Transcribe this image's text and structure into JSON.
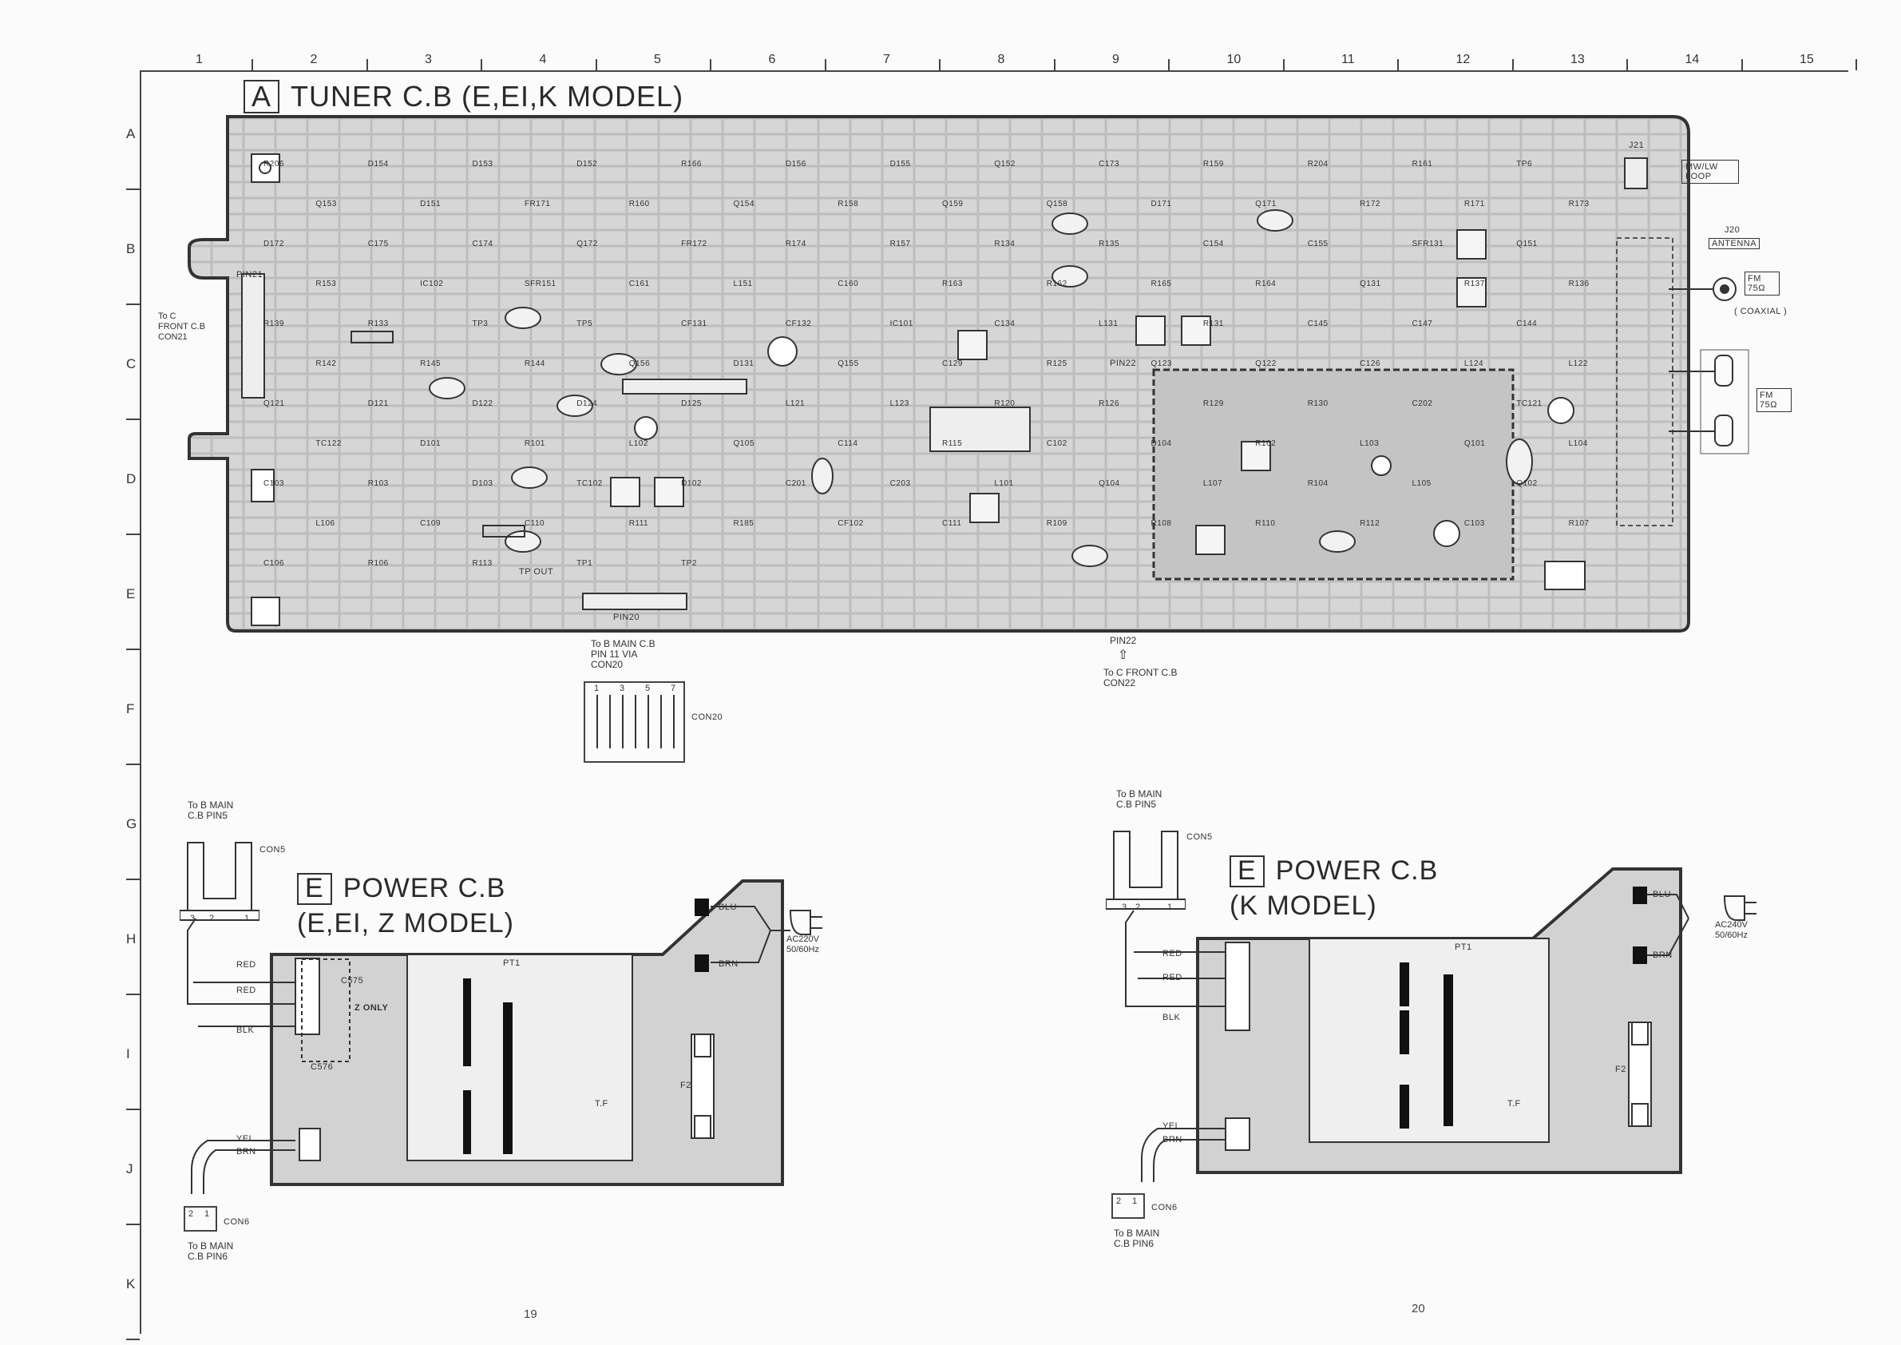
{
  "columns": [
    "1",
    "2",
    "3",
    "4",
    "5",
    "6",
    "7",
    "8",
    "9",
    "10",
    "11",
    "12",
    "13",
    "14",
    "15"
  ],
  "rows": [
    "A",
    "B",
    "C",
    "D",
    "E",
    "F",
    "G",
    "H",
    "I",
    "J",
    "K"
  ],
  "tuner": {
    "letter": "A",
    "title": "TUNER C.B (E,EI,K MODEL)",
    "to_front": "To C FRONT C.B CON21",
    "pin21": "PIN21",
    "pin20": "PIN20",
    "pin22": "PIN22",
    "tp_out": "TP OUT",
    "to_main_via": "To B MAIN C.B PIN 11 VIA CON20",
    "to_front_con22": "To C FRONT C.B CON22",
    "con20": "CON20",
    "con20_pins": [
      "1",
      "3",
      "5",
      "7"
    ],
    "j21": "J21",
    "mwlw": "MW/LW LOOP",
    "j20": "J20",
    "antenna": "ANTENNA",
    "fm75_coax": "FM 75Ω",
    "coaxial": "( COAXIAL )",
    "fm75": "FM 75Ω",
    "components": [
      "R206",
      "D154",
      "D153",
      "D152",
      "R166",
      "D156",
      "D155",
      "Q152",
      "C173",
      "R159",
      "R204",
      "R161",
      "TP6",
      "Q153",
      "D151",
      "FR171",
      "R160",
      "Q154",
      "R158",
      "Q159",
      "Q158",
      "D171",
      "Q171",
      "R172",
      "R171",
      "R173",
      "D172",
      "C175",
      "C174",
      "Q172",
      "FR172",
      "R174",
      "R157",
      "R134",
      "R135",
      "C154",
      "C155",
      "SFR131",
      "Q151",
      "R153",
      "IC102",
      "SFR151",
      "C161",
      "L151",
      "C160",
      "R163",
      "R162",
      "R165",
      "R164",
      "Q131",
      "R137",
      "R136",
      "R139",
      "R133",
      "TP3",
      "TP5",
      "CF131",
      "CF132",
      "IC101",
      "C134",
      "L131",
      "R131",
      "C145",
      "C147",
      "C144",
      "R142",
      "R145",
      "R144",
      "Q156",
      "D131",
      "Q155",
      "C129",
      "R125",
      "Q123",
      "Q122",
      "C126",
      "L124",
      "L122",
      "Q121",
      "D121",
      "D122",
      "D124",
      "D125",
      "L121",
      "L123",
      "R120",
      "R126",
      "R129",
      "R130",
      "C202",
      "TC121",
      "TC122",
      "D101",
      "R101",
      "L102",
      "Q105",
      "C114",
      "R115",
      "C102",
      "D104",
      "R102",
      "L103",
      "Q101",
      "L104",
      "C103",
      "R103",
      "D103",
      "TC102",
      "D102",
      "C201",
      "C203",
      "L101",
      "Q104",
      "L107",
      "R104",
      "L105",
      "Q102",
      "L106",
      "C109",
      "C110",
      "R111",
      "R185",
      "CF102",
      "C111",
      "R109",
      "R108",
      "R110",
      "R112",
      "C103",
      "R107",
      "C106",
      "R106",
      "R113",
      "TP1",
      "TP2"
    ]
  },
  "power_left": {
    "letter": "E",
    "title1": "POWER C.B",
    "title2": "(E,EI, Z MODEL)",
    "to_main_top": "To B MAIN C.B PIN5",
    "con5": "CON5",
    "con5_pins": [
      "3",
      "2",
      "1"
    ],
    "wires": [
      "RED",
      "RED",
      "BLK"
    ],
    "blu": "BLU",
    "brn": "BRN",
    "ac": "AC220V 50/60Hz",
    "pt": "PT1",
    "tf": "T.F",
    "f2": "F2",
    "z_only": "Z ONLY",
    "c575": "C575",
    "c576": "C576",
    "yel": "YEL",
    "brn2": "BRN",
    "con6": "CON6",
    "con6_pins": [
      "2",
      "1"
    ],
    "to_main_bottom": "To B MAIN C.B PIN6",
    "page": "19"
  },
  "power_right": {
    "letter": "E",
    "title1": "POWER C.B",
    "title2": "(K MODEL)",
    "to_main_top": "To B MAIN C.B PIN5",
    "con5": "CON5",
    "con5_pins": [
      "3",
      "2",
      "1"
    ],
    "wires": [
      "RED",
      "RED",
      "BLK"
    ],
    "blu": "BLU",
    "brn": "BRN",
    "ac": "AC240V 50/60Hz",
    "pt": "PT1",
    "tf": "T.F",
    "f2": "F2",
    "yel": "YEL",
    "brn2": "BRN",
    "con6": "CON6",
    "con6_pins": [
      "2",
      "1"
    ],
    "to_main_bottom": "To B MAIN C.B PIN6",
    "page": "20"
  }
}
